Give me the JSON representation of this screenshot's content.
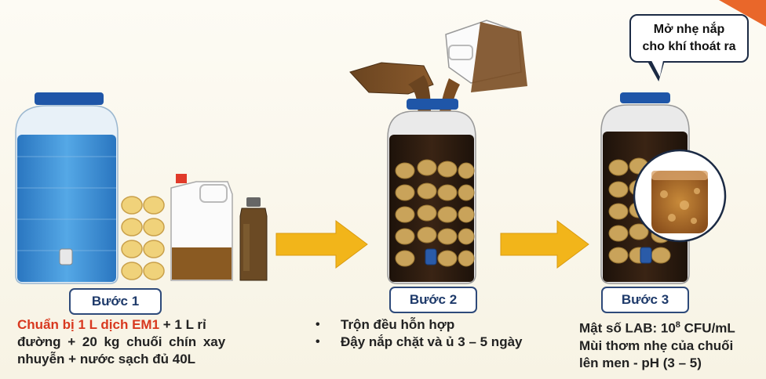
{
  "step1": {
    "label": "Bước 1",
    "desc_highlight": "Chuẩn bị 1 L dịch EM1",
    "desc_line1_rest": " + 1 L rỉ",
    "desc_line2": "đường + 20 kg chuối chín xay",
    "desc_line3": "nhuyễn + nước sạch đủ 40L"
  },
  "step2": {
    "label": "Bước 2",
    "items": [
      "Trộn đều hỗn hợp",
      "Đậy nắp chặt và ủ 3 – 5 ngày"
    ]
  },
  "step3": {
    "label": "Bước 3",
    "line1_prefix": "Mật số LAB: 10",
    "line1_sup": "8",
    "line1_suffix": " CFU/mL",
    "line2": "Mùi thơm nhẹ của chuối",
    "line3": "lên men - pH (3 – 5)"
  },
  "bubble": {
    "line1": "Mở nhẹ nắp",
    "line2": "cho khí thoát ra"
  },
  "colors": {
    "water": "#3a8fd4",
    "liquid": "#2a1a10",
    "banana": "#c9a35a",
    "arrow": "#f2b51a",
    "label_border": "#2e4a7a",
    "highlight": "#d8381f"
  }
}
